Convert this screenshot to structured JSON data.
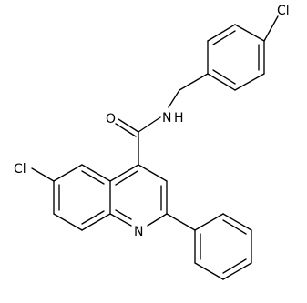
{
  "structure": {
    "atom_labels": {
      "cl_benzyl": "Cl",
      "cl_quinoline": "Cl",
      "amide_o": "O",
      "amide_nh": "N",
      "amide_nh_h": "H",
      "ring_n": "N"
    }
  },
  "colors": {
    "bond": "#000000",
    "label": "#000000",
    "background": "#ffffff"
  }
}
